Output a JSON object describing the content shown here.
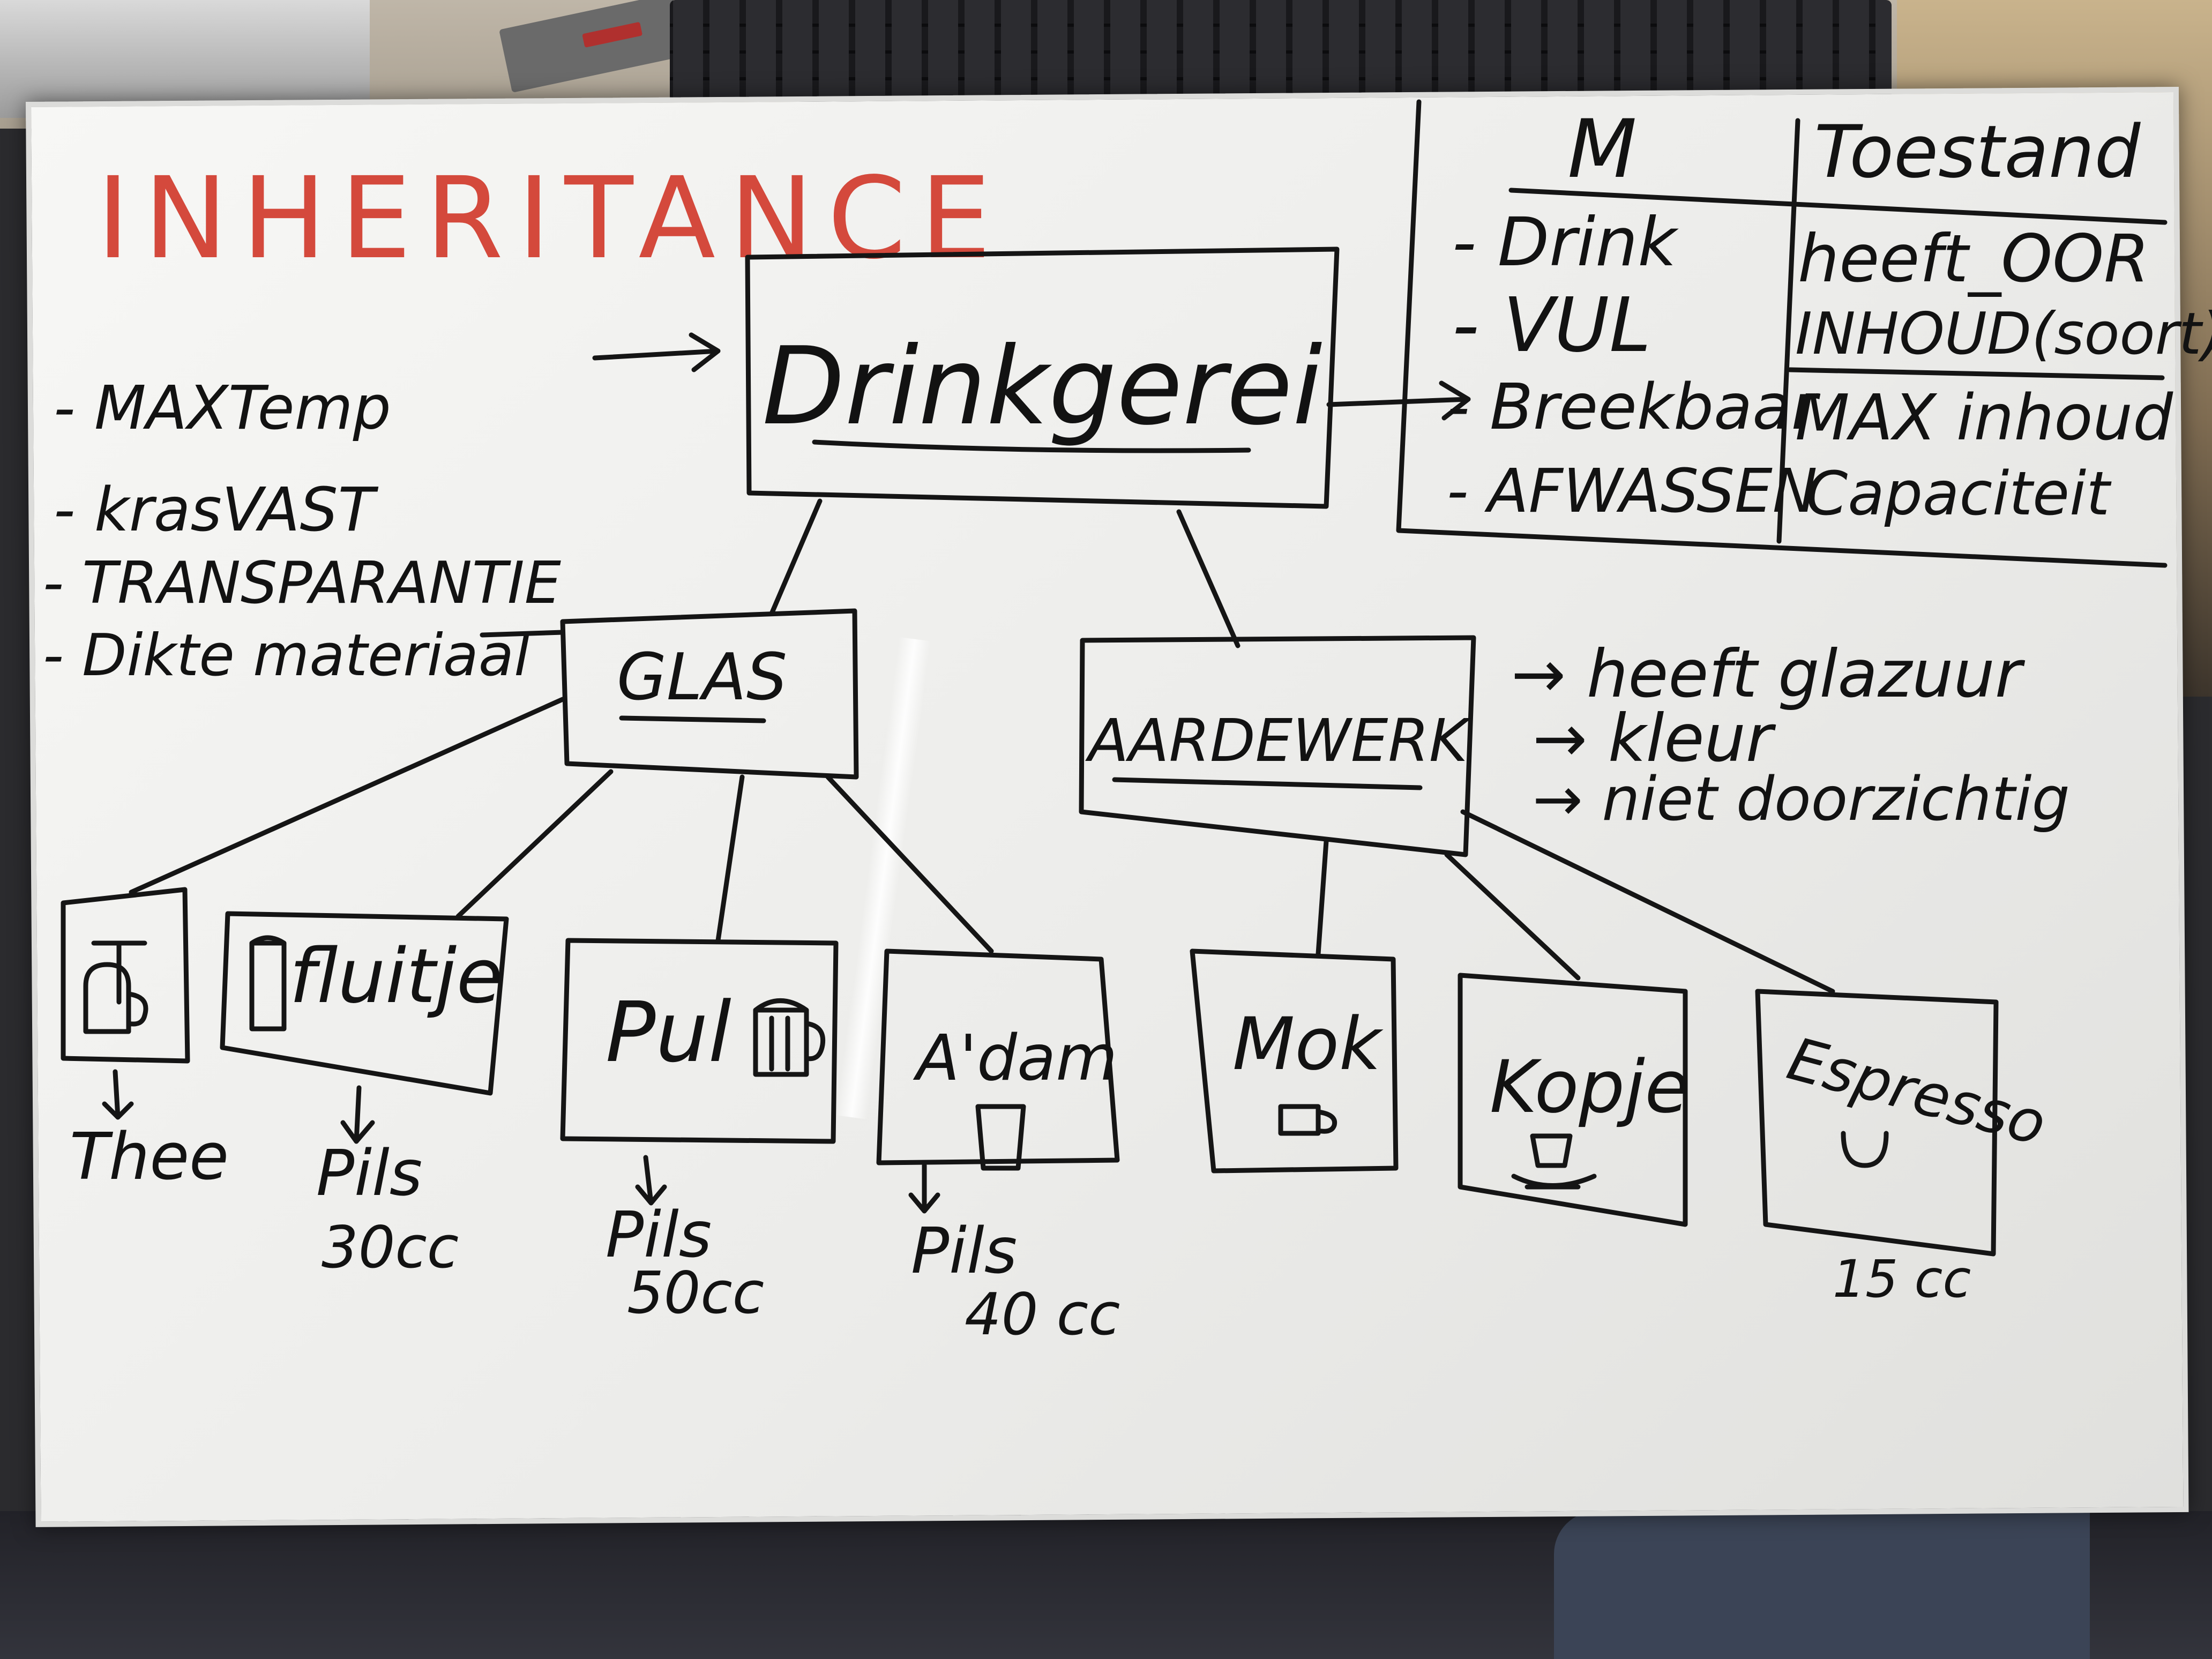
{
  "title": "INHERITANCE",
  "root": {
    "label": "Drinkgerei"
  },
  "left_attributes": [
    "- MAXTemp",
    "- krasVAST",
    "- TRANSPARANTIE",
    "- Dikte materiaal"
  ],
  "table": {
    "header_methods": "M",
    "header_state": "Toestand",
    "methods": [
      "- Drink",
      "- VUL",
      "- Breekbaar",
      "- AFWASSEN"
    ],
    "states": [
      "heeft_OOR",
      "INHOUD(soort)",
      "MAX inhoud",
      "Capaciteit"
    ]
  },
  "classes": {
    "glas": {
      "label": "GLAS"
    },
    "aardewerk": {
      "label": "AARDEWERK"
    }
  },
  "aardewerk_notes": [
    "→ heeft glazuur",
    "→ kleur",
    "→ niet doorzichtig"
  ],
  "leaves": [
    {
      "label": "",
      "note": "Thee",
      "size": ""
    },
    {
      "label": "fluitje",
      "note": "Pils",
      "size": "30cc"
    },
    {
      "label": "Pul",
      "note": "Pils",
      "size": "50cc"
    },
    {
      "label": "A'dam",
      "note": "Pils",
      "size": "40 cc"
    },
    {
      "label": "Mok",
      "note": "",
      "size": ""
    },
    {
      "label": "Kopje",
      "note": "",
      "size": ""
    },
    {
      "label": "Espresso",
      "note": "",
      "size": "15 cc"
    }
  ],
  "colors": {
    "title": "#d4493c",
    "ink": "#151515",
    "board": "#f2f2f0"
  }
}
